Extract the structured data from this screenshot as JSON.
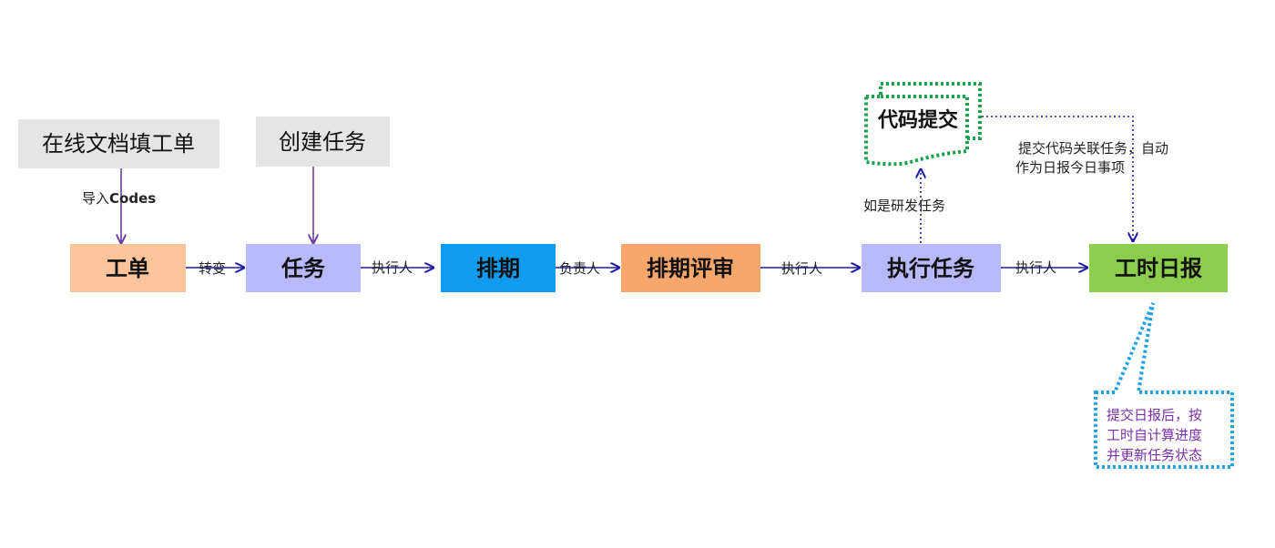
{
  "sources": {
    "online_doc": "在线文档填工单",
    "create_task": "创建任务"
  },
  "nodes": {
    "work_order": "工单",
    "task": "任务",
    "schedule": "排期",
    "schedule_review": "排期评审",
    "execute_task": "执行任务",
    "timesheet": "工时日报",
    "code_commit": "代码提交"
  },
  "edges": {
    "import_codes_prefix": "导入",
    "import_codes_bold": "Codes",
    "convert": "转变",
    "executor_1": "执行人",
    "owner": "负责人",
    "executor_2": "执行人",
    "executor_3": "执行人",
    "if_dev_task": "如是研发任务"
  },
  "notes": {
    "code_link_line1": "提交代码关联任务，自动",
    "code_link_line2": "作为日报今日事项"
  },
  "callout": {
    "line1": "提交日报后，按",
    "line2": "工时自计算进度",
    "line3": "并更新任务状态"
  },
  "colors": {
    "source_bg": "#e5e5e5",
    "work_order": "#fbc49b",
    "task": "#b9b8fa",
    "schedule": "#0f9bf0",
    "schedule_review": "#f8a76c",
    "execute_task": "#b9b8fa",
    "timesheet": "#8dcd4e",
    "arrow": "#1a1aa6",
    "source_arrow": "#6b3fa0",
    "code_border": "#16a34a",
    "callout_border": "#1ea0e6"
  }
}
